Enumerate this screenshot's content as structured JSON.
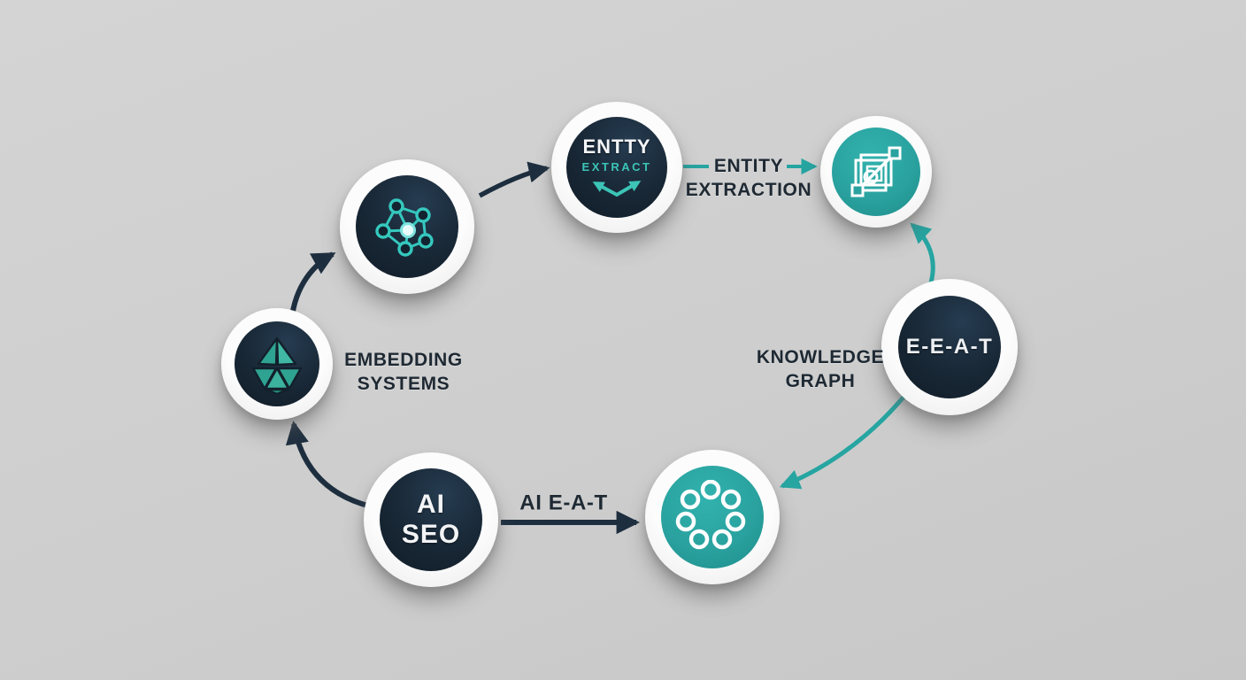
{
  "title": "AI SEO knowledge-graph cycle diagram",
  "colors": {
    "background": "#cecece",
    "ring_white": "#f9f9f9",
    "node_navy": "#17242f",
    "node_teal": "#2aa29f",
    "arrow_dark": "#1d2e3f",
    "arrow_teal": "#26a5a1",
    "label_text": "#1e2933",
    "icon_teal": "#35c8be",
    "icon_white": "#ffffff"
  },
  "nodes": {
    "network": {
      "icon": "network-graph-icon",
      "style": "navy"
    },
    "entity": {
      "title": "ENTTY",
      "subtitle": "EXTRACT",
      "icon": "double-chevron-arrow-icon",
      "style": "navy"
    },
    "squares": {
      "icon": "layered-squares-vector-icon",
      "style": "teal"
    },
    "eeat": {
      "label": "E-E-A-T",
      "style": "navy"
    },
    "dots": {
      "icon": "dot-ring-cluster-icon",
      "style": "teal"
    },
    "ai_seo": {
      "line1": "AI",
      "line2": "SEO",
      "style": "navy"
    },
    "gem": {
      "icon": "faceted-gem-icon",
      "style": "navy"
    }
  },
  "labels": {
    "entity_extraction": {
      "line1": "ENTITY",
      "line2": "EXTRACTION"
    },
    "knowledge_graph": {
      "line1": "KNOWLEDGE",
      "line2": "GRAPH"
    },
    "embedding_systems": {
      "line1": "EMBEDDING",
      "line2": "SYSTEMS"
    },
    "ai_eat": {
      "text": "AI E-A-T"
    }
  },
  "connections": [
    {
      "from": "network",
      "to": "entity",
      "color": "dark"
    },
    {
      "from": "entity",
      "to": "squares",
      "color": "teal",
      "label": "ENTITY EXTRACTION"
    },
    {
      "from": "eeat",
      "to": "squares",
      "color": "teal"
    },
    {
      "from": "eeat",
      "to": "dots",
      "color": "teal",
      "label": "KNOWLEDGE GRAPH"
    },
    {
      "from": "ai_seo",
      "to": "dots",
      "color": "dark",
      "label": "AI E-A-T"
    },
    {
      "from": "ai_seo",
      "to": "gem",
      "color": "dark"
    },
    {
      "from": "gem",
      "to": "network",
      "color": "dark",
      "label": "EMBEDDING SYSTEMS"
    }
  ]
}
